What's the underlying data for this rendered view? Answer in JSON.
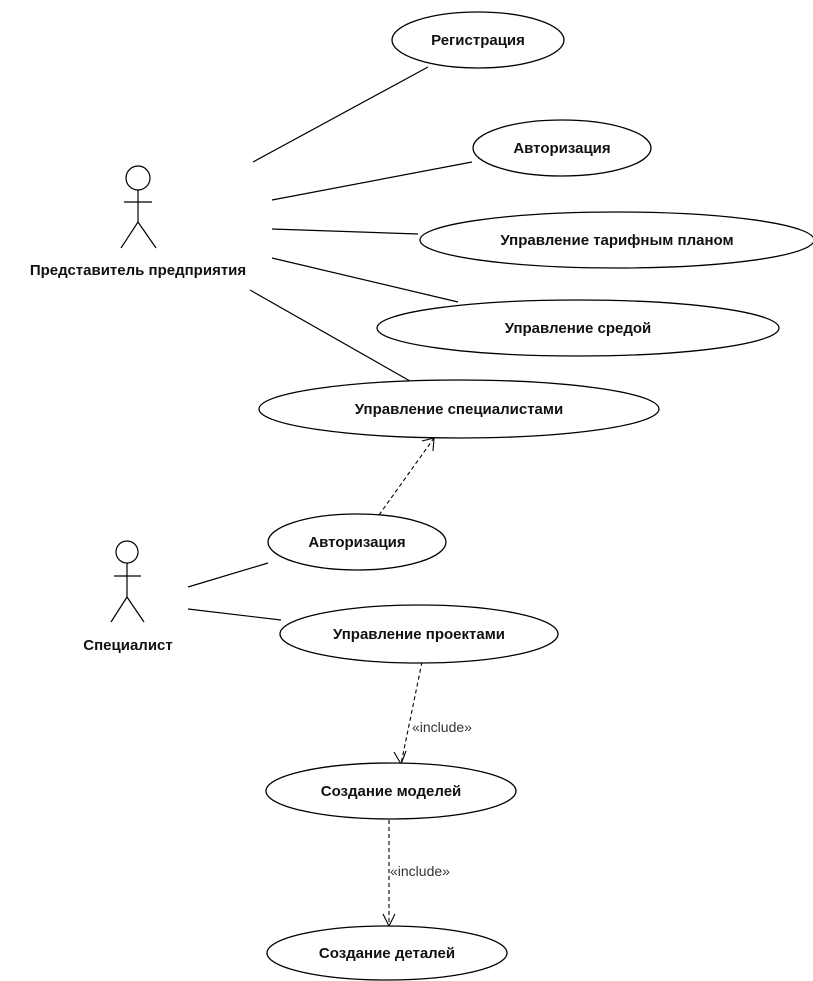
{
  "actors": {
    "representative": "Представитель предприятия",
    "specialist": "Специалист"
  },
  "use_cases": {
    "registration": "Регистрация",
    "authorization_rep": "Авторизация",
    "tariff_management": "Управление тарифным планом",
    "environment_management": "Управление средой",
    "specialists_management": "Управление специалистами",
    "authorization_spec": "Авторизация",
    "projects_management": "Управление проектами",
    "models_creation": "Создание моделей",
    "details_creation": "Создание деталей"
  },
  "stereotypes": {
    "include_1": "«include»",
    "include_2": "«include»"
  },
  "colors": {
    "background": "#ffffff",
    "stroke": "#000000"
  }
}
